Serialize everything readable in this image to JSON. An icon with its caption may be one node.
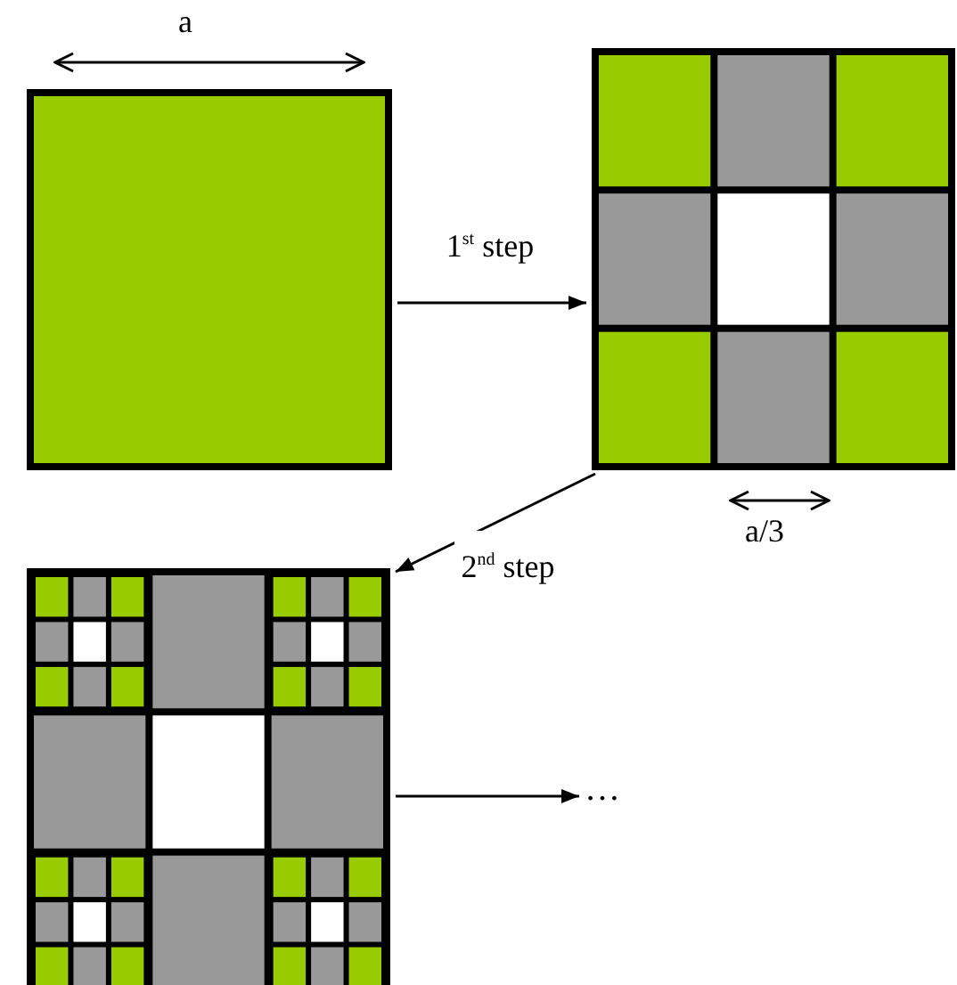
{
  "diagram": {
    "nodes": [
      {
        "text": [],
        "shape": "box"
      },
      {
        "text": [],
        "shape": "box"
      },
      {
        "text": [],
        "shape": "box"
      },
      {
        "text": [
          "…"
        ]
      }
    ],
    "edges": [
      {
        "from": 0,
        "to": 1,
        "arrow": "to",
        "label": "1$^{st}$ step"
      },
      {
        "from": 1,
        "to": 2,
        "arrow": "to",
        "label": "2$^{nd}$ step"
      },
      {
        "from": 2,
        "to": 3,
        "arrow": "to"
      }
    ],
    "labels": [
      "a",
      "a/3"
    ]
  }
}
